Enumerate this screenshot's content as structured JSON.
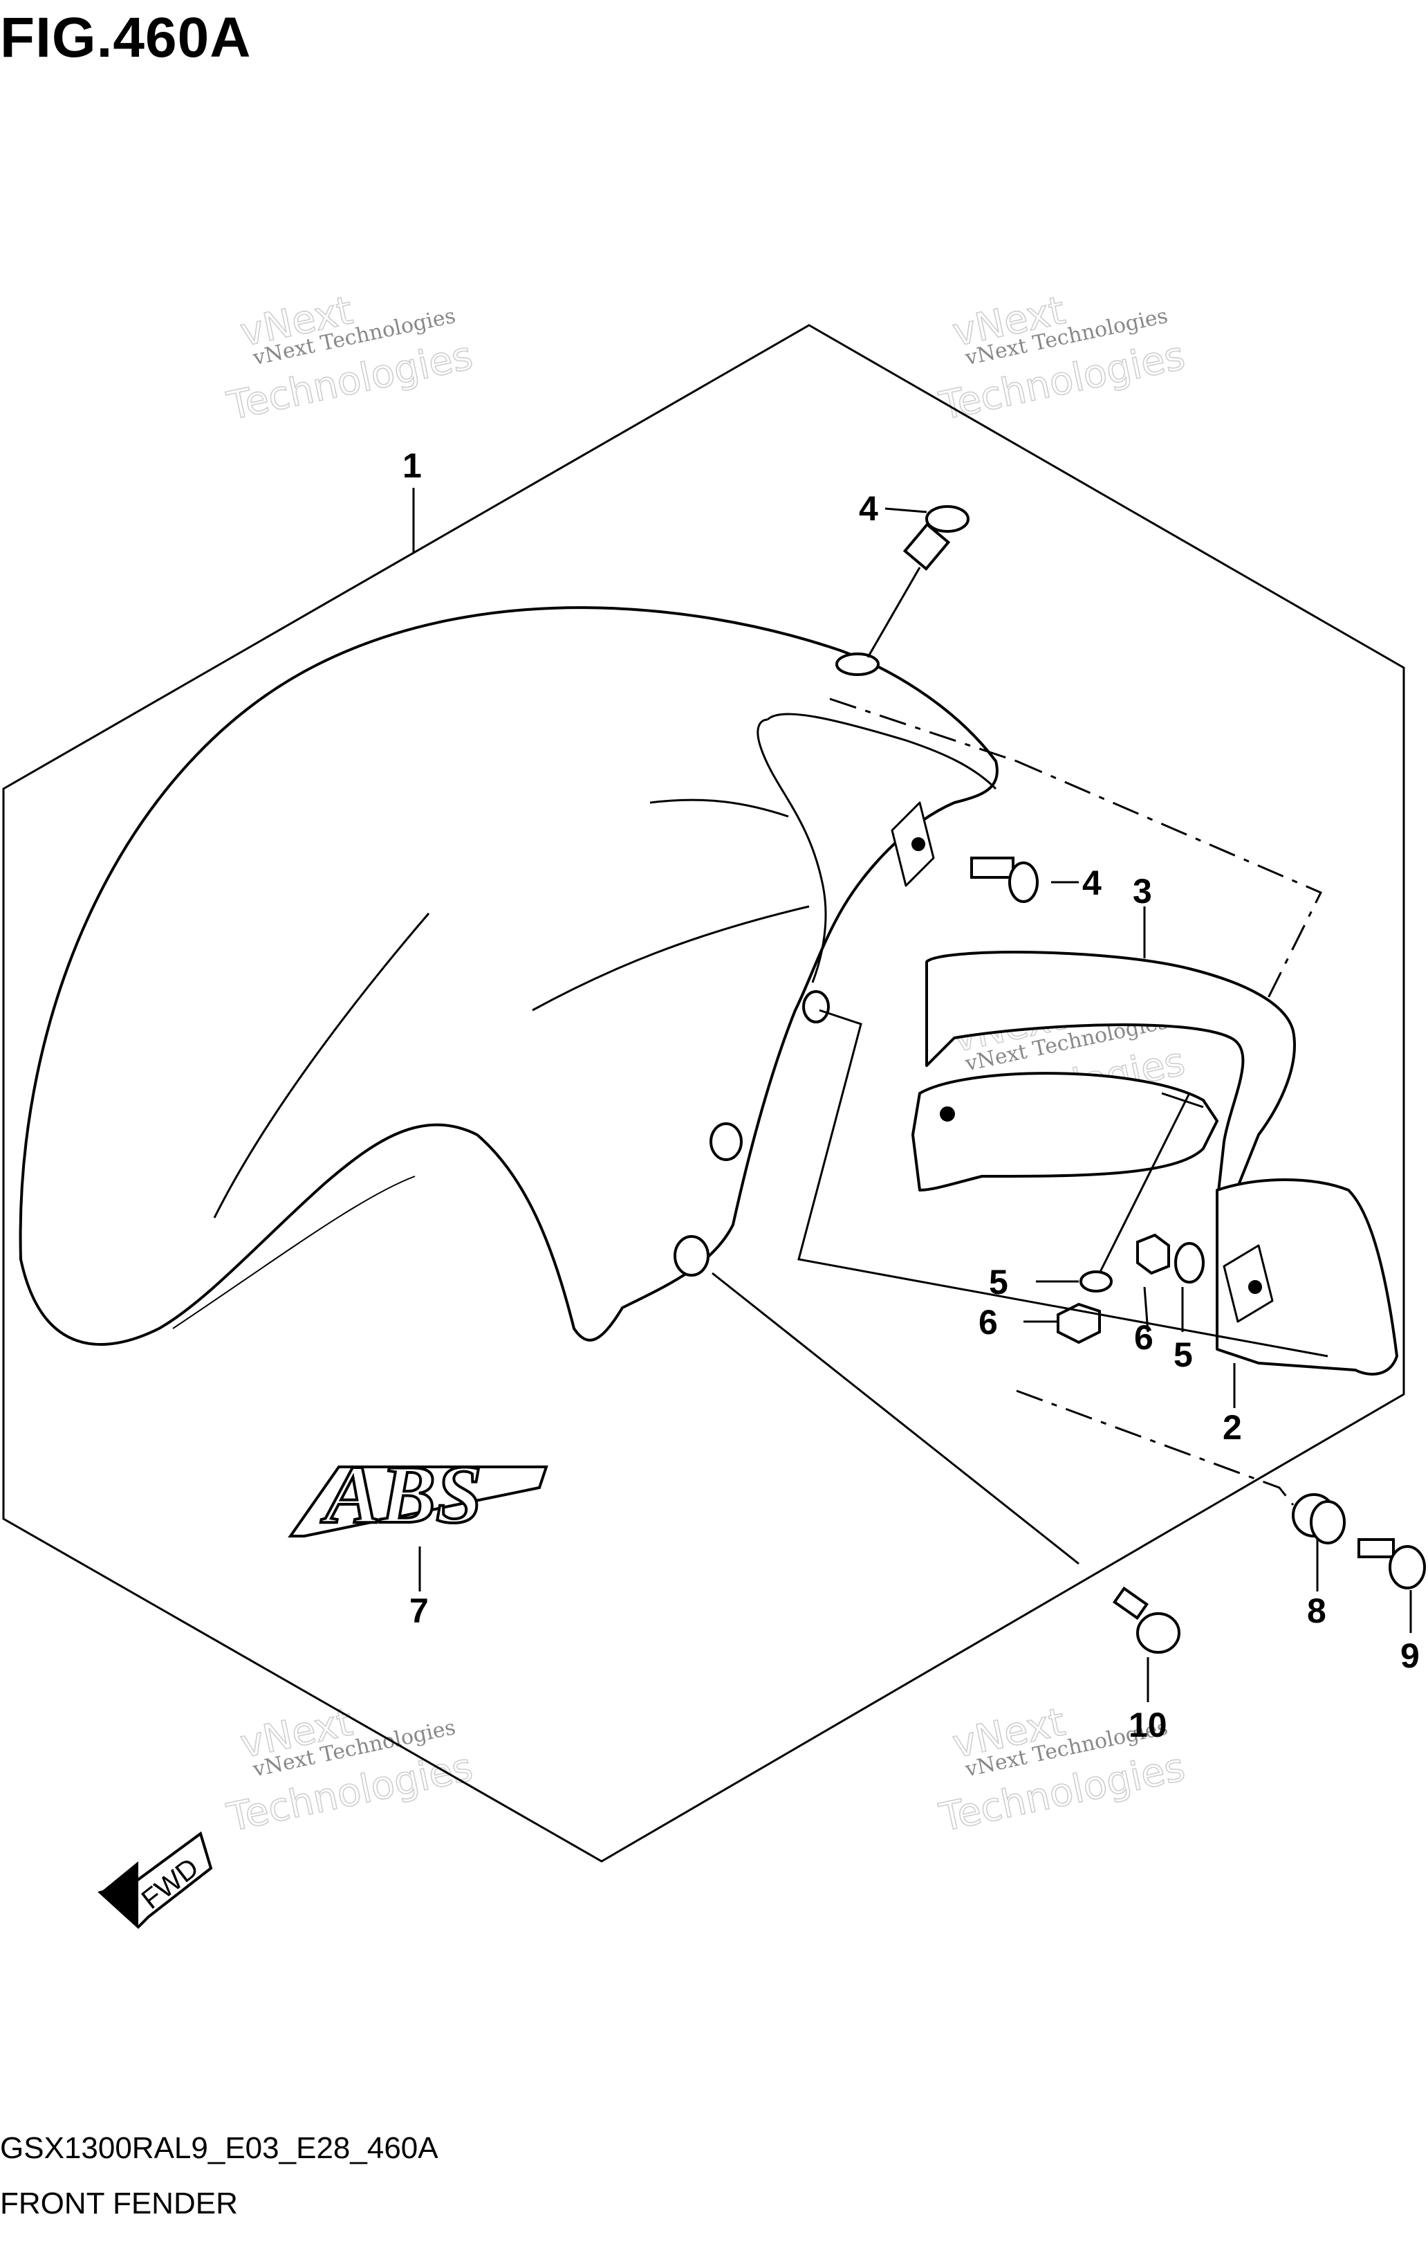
{
  "figure": {
    "title": "FIG.460A",
    "model_code": "GSX1300RAL9_E03_E28_460A",
    "name": "FRONT FENDER"
  },
  "callouts": [
    "1",
    "2",
    "3",
    "4",
    "4",
    "5",
    "5",
    "6",
    "6",
    "7",
    "8",
    "9",
    "10"
  ],
  "watermark": {
    "small": "vNext Technologies",
    "big_top": "vNext",
    "big_bottom": "Technologies"
  },
  "fwd_label": "FWD",
  "abs_label": "ABS"
}
